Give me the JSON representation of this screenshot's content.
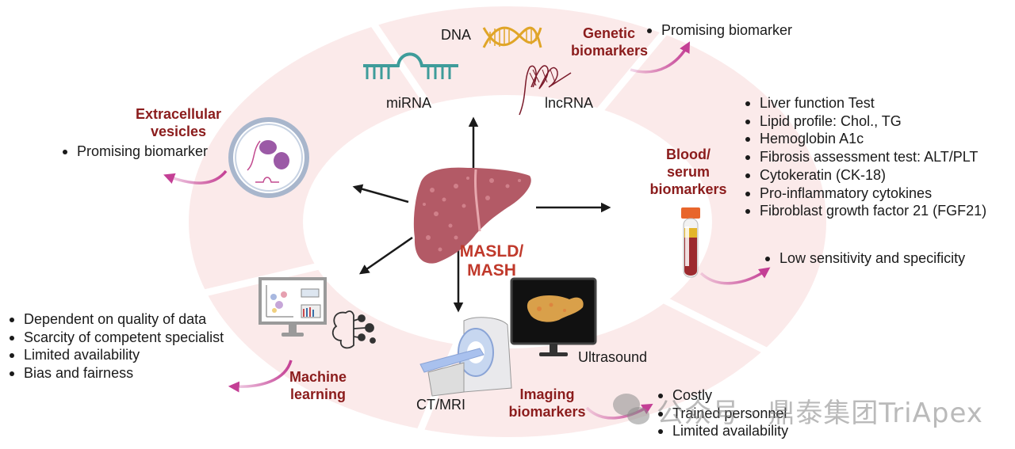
{
  "center": {
    "title_line1": "MASLD/",
    "title_line2": "MASH",
    "organ_icon": "liver-icon"
  },
  "segments": {
    "genetic": {
      "title_line1": "Genetic",
      "title_line2": "biomarkers",
      "labels": {
        "dna": "DNA",
        "mirna": "miRNA",
        "lncrna": "lncRNA"
      },
      "notes": [
        "Promising biomarker"
      ]
    },
    "blood": {
      "title_line1": "Blood/",
      "title_line2": "serum",
      "title_line3": "biomarkers",
      "tests": [
        "Liver function Test",
        "Lipid profile: Chol., TG",
        "Hemoglobin A1c",
        "Fibrosis assessment test: ALT/PLT",
        "Cytokeratin (CK-18)",
        "Pro-inflammatory cytokines",
        "Fibroblast growth factor 21 (FGF21)"
      ],
      "notes": [
        "Low sensitivity and specificity"
      ]
    },
    "imaging": {
      "title_line1": "Imaging",
      "title_line2": "biomarkers",
      "labels": {
        "ct_mri": "CT/MRI",
        "ultrasound": "Ultrasound"
      },
      "notes": [
        "Costly",
        "Trained personnel",
        "Limited availability"
      ]
    },
    "ml": {
      "title_line1": "Machine",
      "title_line2": "learning",
      "notes": [
        "Dependent on  quality of data",
        "Scarcity of competent specialist",
        "Limited availability",
        "Bias and fairness"
      ]
    },
    "ev": {
      "title_line1": "Extracellular",
      "title_line2": "vesicles",
      "notes": [
        "Promising biomarker"
      ]
    }
  },
  "colors": {
    "ring": "#fbeaea",
    "category_title": "#8b1c1c",
    "center_title": "#c0392b",
    "pointer_arrow": "#c43f95",
    "liver": "#b35a66",
    "mirna": "#3e9c9a",
    "dna": "#e0a528",
    "lncrna": "#7a1a2a"
  },
  "watermark": "公众号 · 鼎泰集团TriApex"
}
